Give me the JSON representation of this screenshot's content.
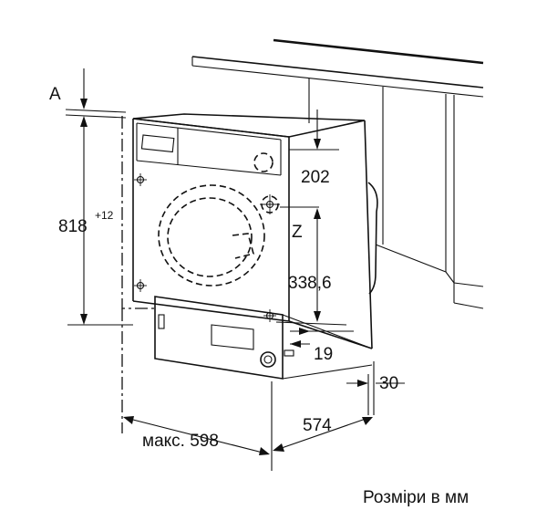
{
  "diagram": {
    "labels": {
      "recess_label": "A",
      "height": "818",
      "height_tolerance": "+12",
      "top_panel_depth": "202",
      "hinge_marker": "Z",
      "hinge_spacing": "338,6",
      "door_offset": "19",
      "rear_offset": "30",
      "niche_width": "макс. 598",
      "depth": "574"
    },
    "caption": "Розміри в мм"
  }
}
